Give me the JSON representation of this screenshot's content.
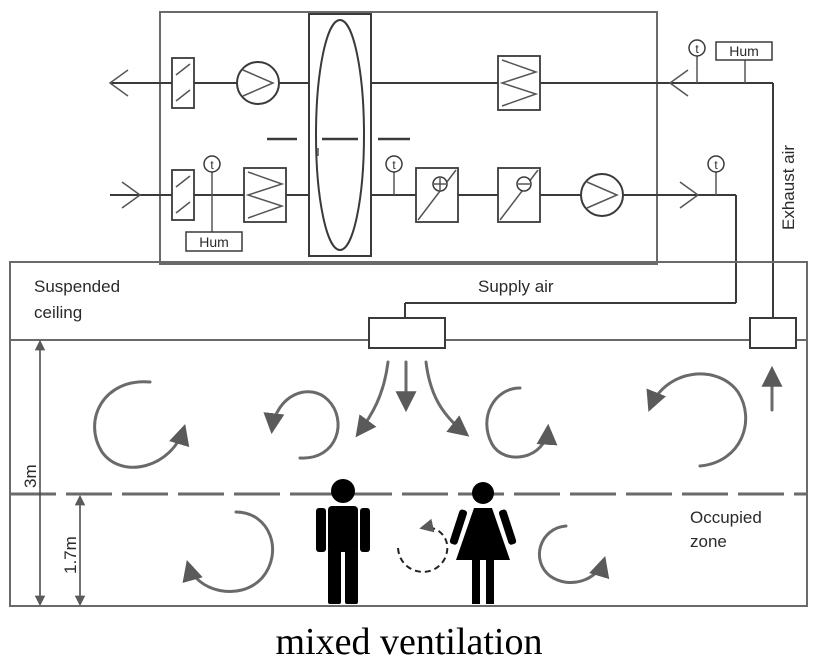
{
  "labels": {
    "hum_top": "Hum",
    "hum_bottom": "Hum",
    "t_sensor": "t",
    "exhaust_air": "Exhaust air",
    "supply_air": "Supply air",
    "suspended_ceiling_line1": "Suspended",
    "suspended_ceiling_line2": "ceiling",
    "occupied_zone_line1": "Occupied",
    "occupied_zone_line2": "zone",
    "height_room": "3m",
    "height_zone": "1.7m",
    "caption": "mixed ventilation"
  }
}
